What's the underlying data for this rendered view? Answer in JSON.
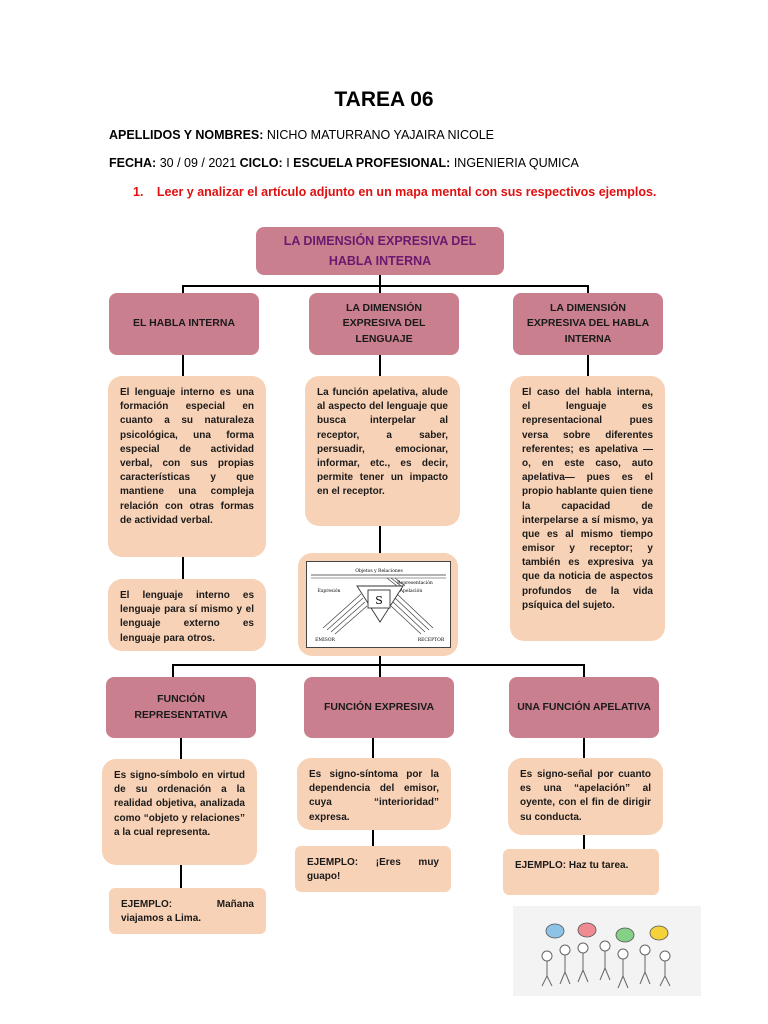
{
  "title": "TAREA 06",
  "meta": {
    "names_label": "APELLIDOS Y NOMBRES:",
    "names_value": "NICHO MATURRANO YAJAIRA NICOLE",
    "fecha_label": "FECHA:",
    "fecha_value": "30 / 09 / 2021",
    "ciclo_label": "CICLO:",
    "ciclo_value": "I",
    "escuela_label": "ESCUELA PROFESIONAL:",
    "escuela_value": "INGENIERIA QUMICA"
  },
  "instruction": {
    "number": "1.",
    "text": "Leer y analizar el artículo adjunto en un mapa mental con sus respectivos ejemplos."
  },
  "map": {
    "main_title": "LA DIMENSIÓN EXPRESIVA DEL HABLA INTERNA",
    "col1_head": "EL HABLA INTERNA",
    "col2_head": "LA DIMENSIÓN EXPRESIVA DEL LENGUAJE",
    "col3_head": "LA DIMENSIÓN EXPRESIVA DEL HABLA INTERNA",
    "col1_text1": "El lenguaje interno es una formación especial en cuanto a su naturaleza psicológica, una forma especial de actividad verbal, con sus propias características y que mantiene una compleja relación con otras formas de actividad verbal.",
    "col1_text2": "El lenguaje interno es lenguaje para sí mismo y el lenguaje externo es lenguaje para otros.",
    "col2_text": "La función apelativa, alude al aspecto del lenguaje que busca interpelar al receptor, a saber, persuadir, emocionar, informar, etc., es decir, permite tener un impacto en el receptor.",
    "col3_text": "El caso del habla interna, el lenguaje es representacional pues versa sobre diferentes referentes; es apelativa —o, en este caso, auto apelativa— pues es el propio hablante quien tiene la capacidad de interpelarse a sí mismo, ya que es al mismo tiempo emisor y receptor; y también es expresiva ya que da noticia de aspectos profundos de la vida psíquica del sujeto.",
    "func1_head": "FUNCIÓN REPRESENTATIVA",
    "func2_head": "FUNCIÓN EXPRESIVA",
    "func3_head": "UNA FUNCIÓN APELATIVA",
    "func1_text": "Es signo-símbolo en virtud de su ordenación a la realidad objetiva, analizada como “objeto y relaciones” a la cual representa.",
    "func2_text": "Es signo-síntoma por la dependencia del emisor, cuya “interioridad” expresa.",
    "func3_text": "Es signo-señal por cuanto es una “apelación” al oyente, con el fin de dirigir su conducta.",
    "func1_example": "EJEMPLO: Mañana viajamos a Lima.",
    "func2_example": "EJEMPLO: ¡Eres muy guapo!",
    "func3_example": "EJEMPLO: Haz tu tarea."
  },
  "diagram": {
    "top_label": "Objetos y Relaciones",
    "representacion": "Representación",
    "expresion": "Expresión",
    "apelacion": "Apelación",
    "center": "S",
    "emisor": "EMISOR",
    "receptor": "RECEPTOR"
  }
}
